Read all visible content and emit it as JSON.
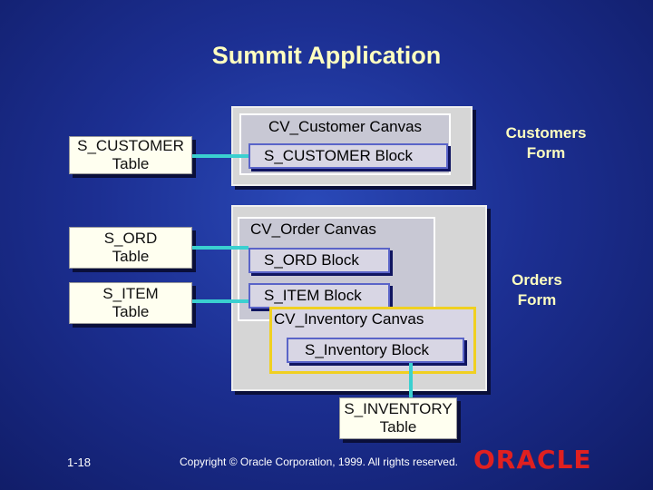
{
  "title": "Summit Application",
  "tables": {
    "customer": {
      "line1": "S_CUSTOMER",
      "line2": "Table"
    },
    "ord": {
      "line1": "S_ORD",
      "line2": "Table"
    },
    "item": {
      "line1": "S_ITEM",
      "line2": "Table"
    },
    "inventory": {
      "line1": "S_INVENTORY",
      "line2": "Table"
    }
  },
  "customers_form": {
    "label_line1": "Customers",
    "label_line2": "Form",
    "canvas": "CV_Customer Canvas",
    "block": "S_CUSTOMER Block"
  },
  "orders_form": {
    "label_line1": "Orders",
    "label_line2": "Form",
    "canvas": "CV_Order Canvas",
    "ord_block": "S_ORD Block",
    "item_block": "S_ITEM Block",
    "inventory_canvas": "CV_Inventory Canvas",
    "inventory_block": "S_Inventory Block"
  },
  "footer": {
    "page_number": "1-18",
    "copyright": "Copyright © Oracle Corporation, 1999. All rights reserved.",
    "logo": "ORACLE"
  },
  "colors": {
    "background": "#1c2f92",
    "title": "#ffffc0",
    "connector": "#3ad0d0",
    "inventory_border": "#f0d020",
    "logo": "#e02020"
  }
}
